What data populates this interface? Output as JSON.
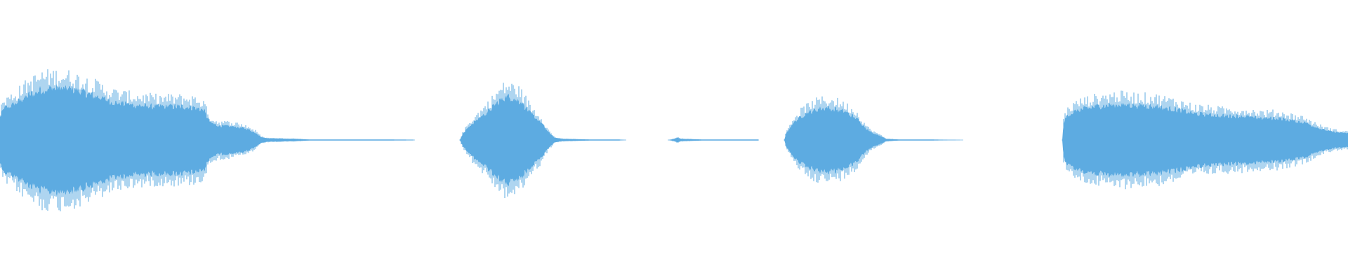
{
  "waveform": {
    "color": "#5dabe1",
    "background": "#ffffff",
    "segments": [
      {
        "name": "segment-1",
        "start": 0.0,
        "end": 0.306,
        "peak": 0.47
      },
      {
        "name": "segment-2",
        "start": 0.341,
        "end": 0.465,
        "peak": 0.4
      },
      {
        "name": "segment-3",
        "start": 0.496,
        "end": 0.563,
        "peak": 0.02
      },
      {
        "name": "segment-4",
        "start": 0.582,
        "end": 0.714,
        "peak": 0.33
      },
      {
        "name": "segment-5",
        "start": 0.788,
        "end": 1.0,
        "peak": 0.35
      }
    ]
  }
}
